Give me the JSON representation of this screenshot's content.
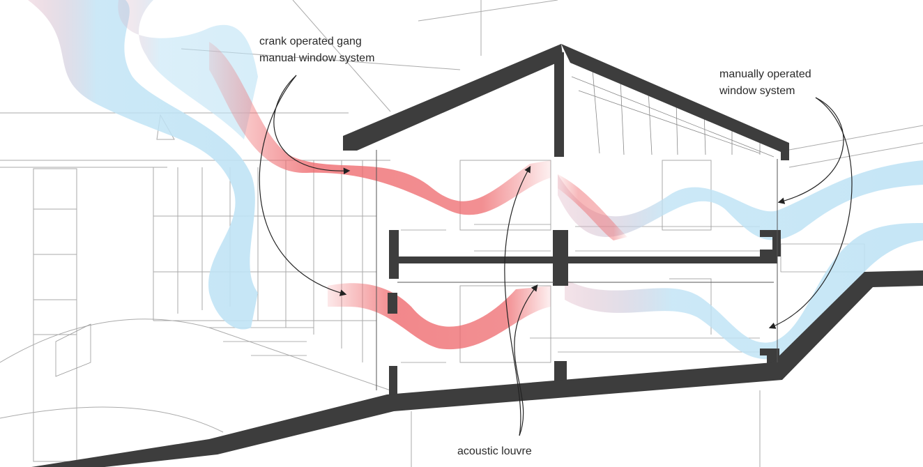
{
  "labels": {
    "crank_line1": "crank operated gang",
    "crank_line2": "manual window system",
    "manual_line1": "manually operated",
    "manual_line2": "window system",
    "louvre": "acoustic louvre"
  },
  "colors": {
    "poche": "#3d3d3d",
    "cool_air": "#bfe3f5",
    "warm_air": "#ee6a6e",
    "linework": "#9a9a9a"
  }
}
